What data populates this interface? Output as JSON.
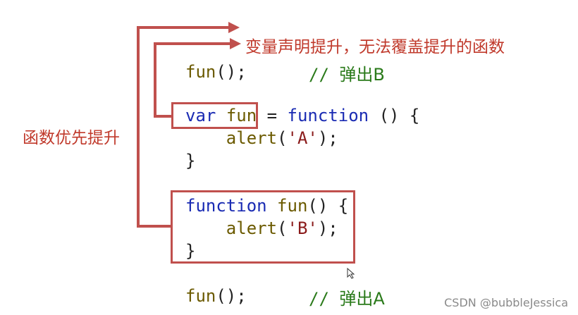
{
  "code": {
    "call_fun": "fun",
    "call_paren": "();",
    "comment_slashes": "//",
    "comment_b": "弹出B",
    "comment_a": "弹出A",
    "var_kw": "var",
    "var_name": "fun",
    "assign": " = ",
    "function_kw": "function",
    "function_rest": " () {",
    "alert_fn": "alert",
    "alert_open": "(",
    "alert_a_str": "'A'",
    "alert_close": ");",
    "close_brace": "}",
    "decl_kw": "function",
    "decl_name": "fun",
    "decl_rest": "() {",
    "alert_b_str": "'B'"
  },
  "annotations": {
    "variable_hoist_note": "变量声明提升，无法覆盖提升的函数",
    "function_hoist_note": "函数优先提升"
  },
  "watermark": "CSDN @bubbleJessica",
  "colors": {
    "annotation": "#c0504d",
    "keyword": "#1a2bb3",
    "function_name": "#6b5a00",
    "string": "#8a1a1a",
    "comment": "#2a7a1a"
  }
}
